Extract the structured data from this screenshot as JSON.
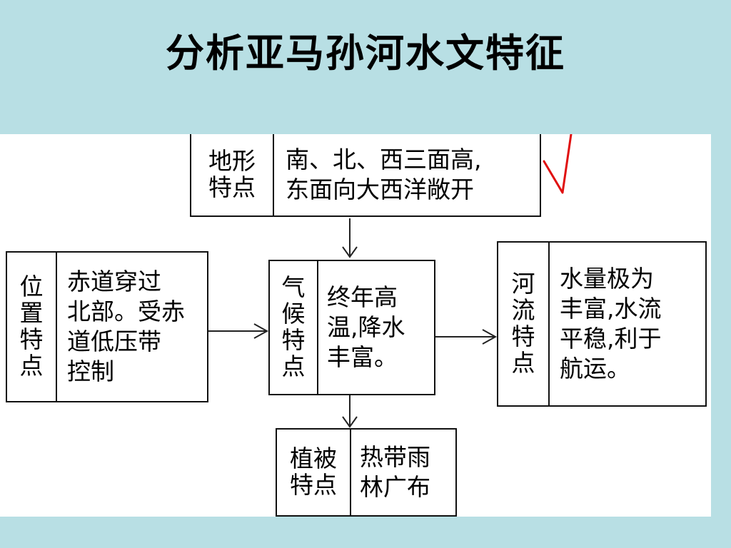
{
  "title": "分析亚马孙河水文特征",
  "diagram": {
    "terrain": {
      "label_col1": "地形",
      "label_col2": "特点",
      "text_line1": "南、北、西三面高,",
      "text_line2": "东面向大西洋敞开"
    },
    "location": {
      "label": [
        "位",
        "置",
        "特",
        "点"
      ],
      "text": [
        "赤道穿过",
        "北部。受赤",
        "道低压带",
        "控制"
      ]
    },
    "climate": {
      "label": [
        "气",
        "候",
        "特",
        "点"
      ],
      "text": [
        "终年高",
        "温,降水",
        "丰富。"
      ]
    },
    "river": {
      "label": [
        "河",
        "流",
        "特",
        "点"
      ],
      "text": [
        "水量极为",
        "丰富,水流",
        "平稳,利于",
        "航运。"
      ]
    },
    "vegetation": {
      "label": [
        "植被",
        "特点"
      ],
      "text": [
        "热带雨",
        "林广布"
      ]
    },
    "check_color": "#e01010"
  }
}
